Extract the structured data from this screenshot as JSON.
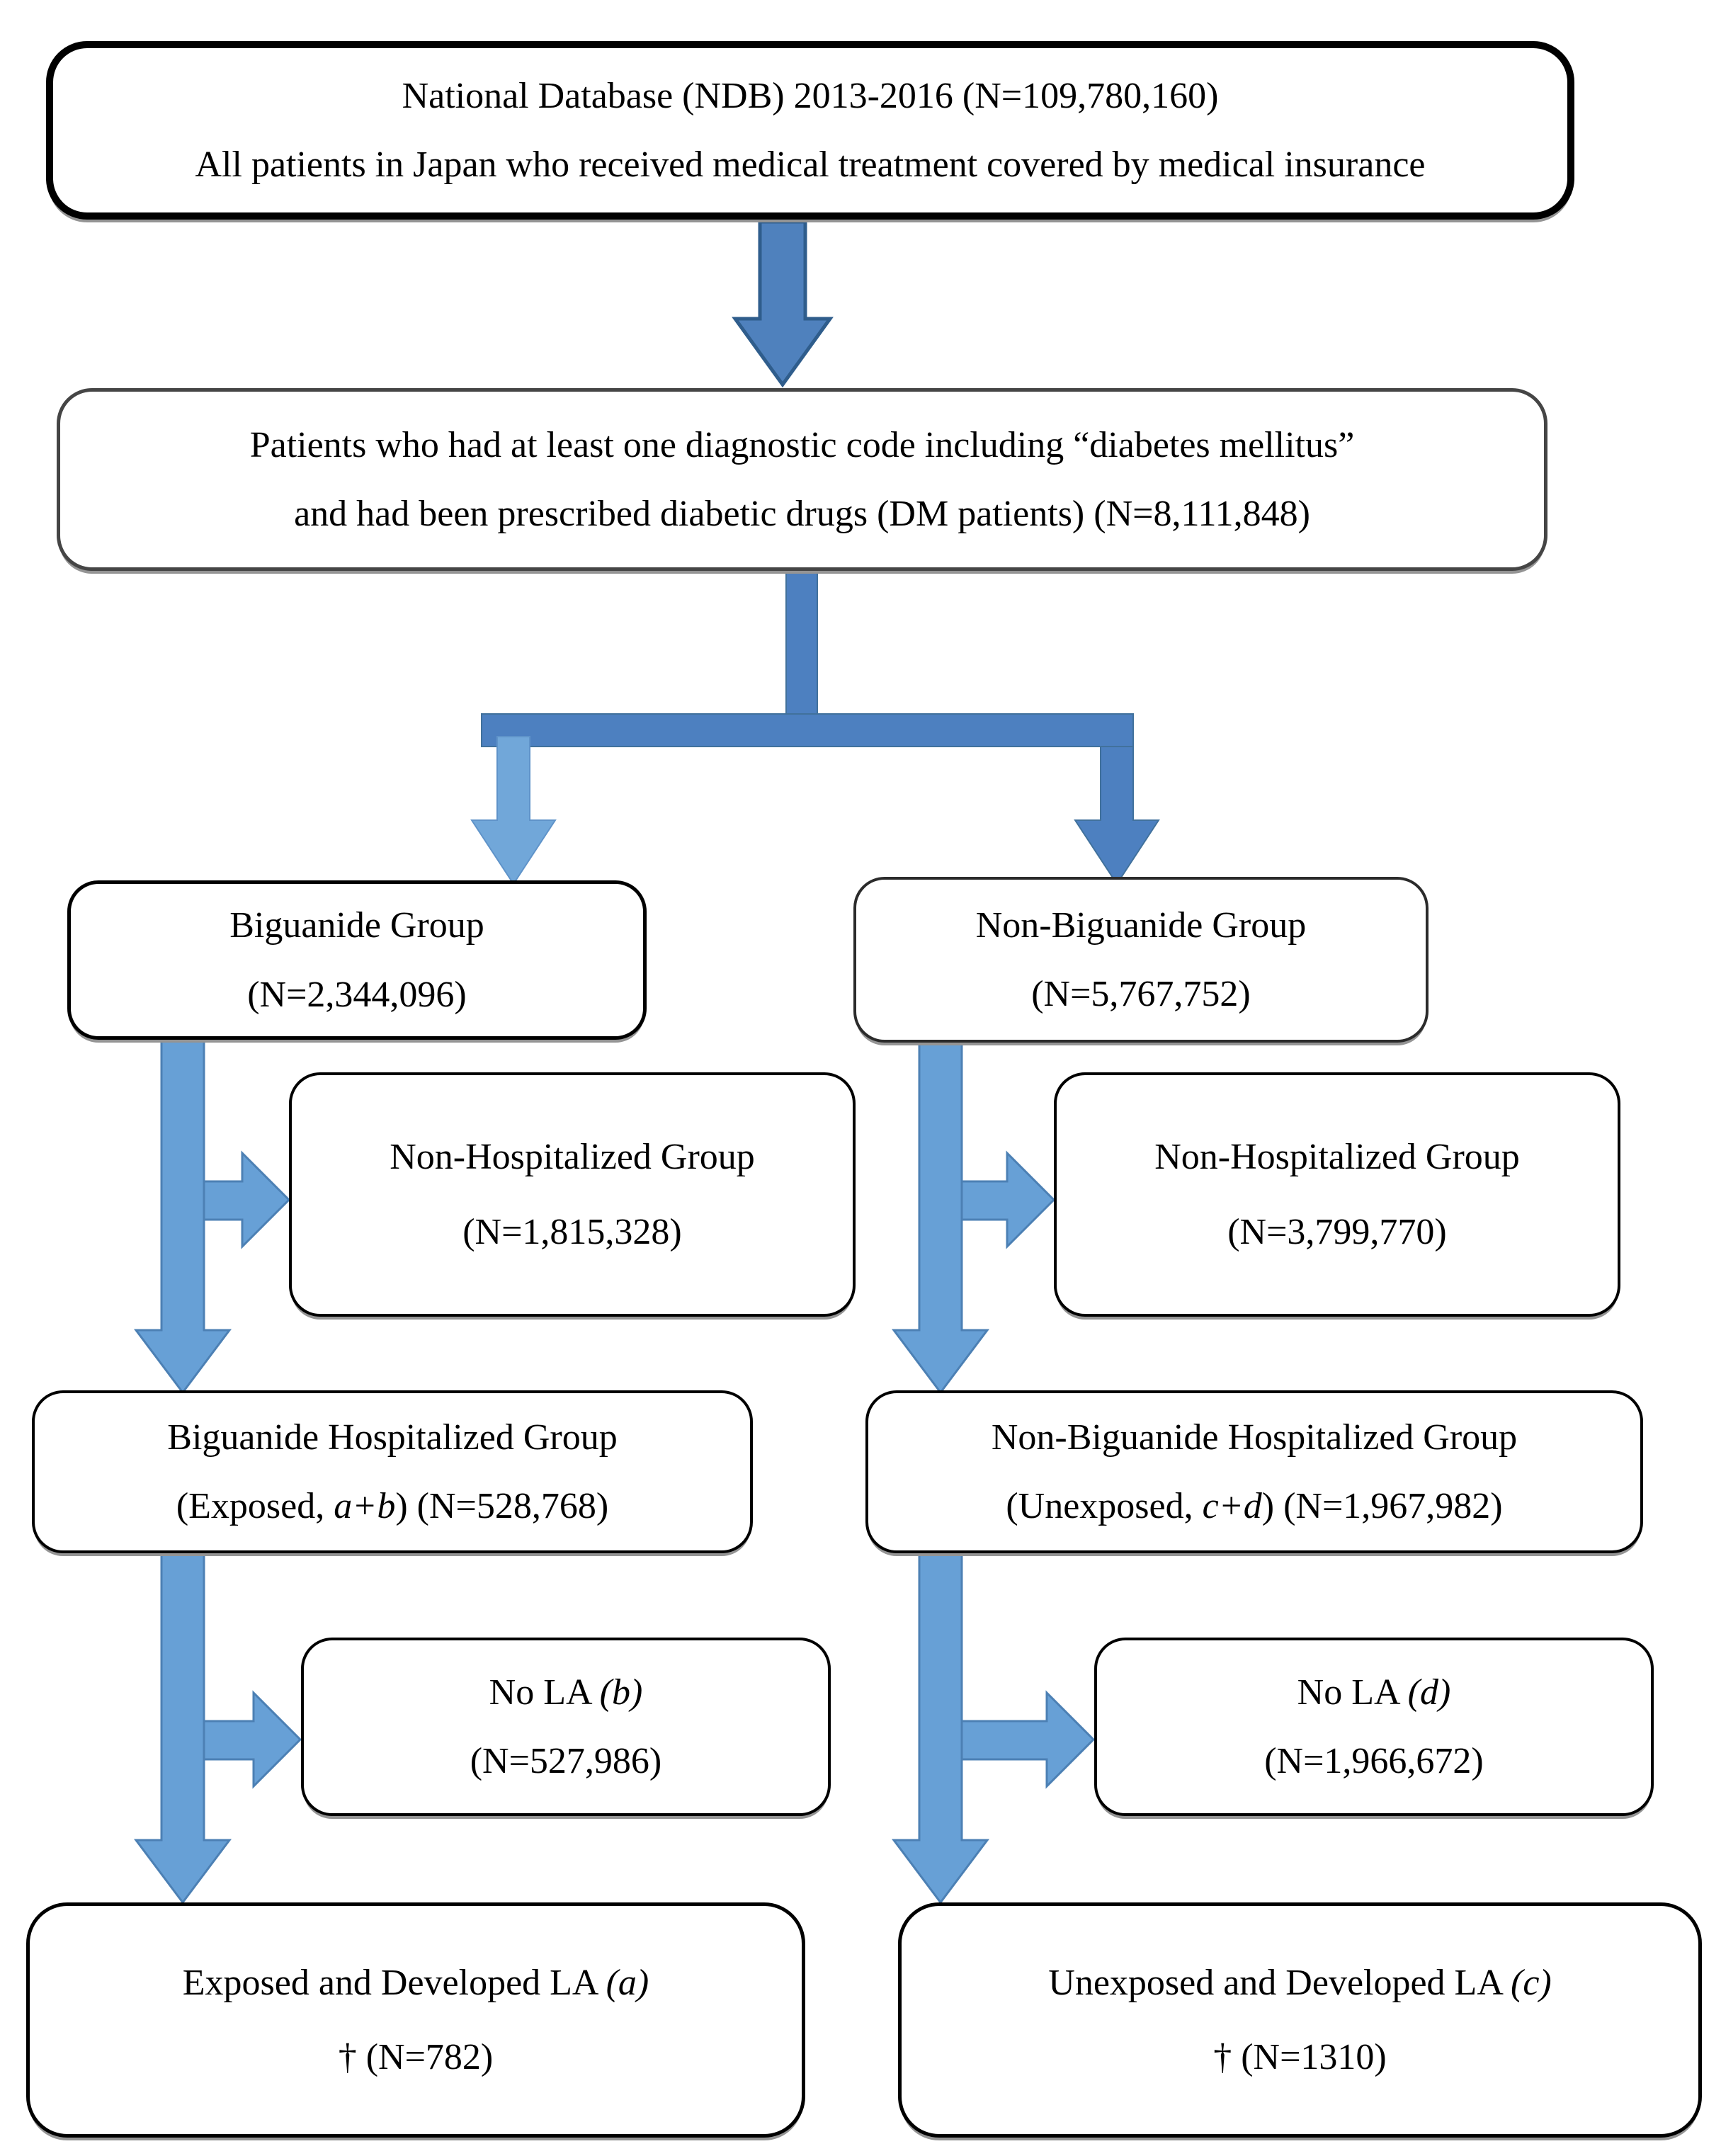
{
  "figure": {
    "type": "patient-selection-flowchart"
  },
  "boxes": {
    "ndb": {
      "l1": "National Database (NDB) 2013-2016 (N=109,780,160)",
      "l2": "All patients in Japan who received medical treatment covered by medical insurance"
    },
    "dm": {
      "l1": "Patients who had at least one diagnostic code including “diabetes mellitus”",
      "l2": "and had been prescribed diabetic drugs (DM patients) (N=8,111,848)"
    },
    "big": {
      "l1": "Biguanide Group",
      "l2": "(N=2,344,096)"
    },
    "nonbig": {
      "l1": "Non-Biguanide Group",
      "l2": "(N=5,767,752)"
    },
    "nh_l": {
      "l1": "Non-Hospitalized Group",
      "l2": "(N=1,815,328)"
    },
    "nh_r": {
      "l1": "Non-Hospitalized Group",
      "l2": "(N=3,799,770)"
    },
    "bh": {
      "l1": "Biguanide Hospitalized Group",
      "l2_pre": "(Exposed, ",
      "l2_it": "a+b",
      "l2_post": ") (N=528,768)"
    },
    "nbh": {
      "l1": "Non-Biguanide Hospitalized Group",
      "l2_pre": "(Unexposed, ",
      "l2_it": "c+d",
      "l2_post": ") (N=1,967,982)"
    },
    "nola_b": {
      "l1_pre": "No LA ",
      "l1_it": "(b)",
      "l2": "(N=527,986)"
    },
    "nola_d": {
      "l1_pre": "No LA ",
      "l1_it": "(d)",
      "l2": "(N=1,966,672)"
    },
    "exp": {
      "l1_pre": "Exposed and Developed LA ",
      "l1_it": "(a)",
      "l2": "† (N=782)"
    },
    "unexp": {
      "l1_pre": "Unexposed and Developed LA ",
      "l1_it": "(c)",
      "l2": "† (N=1310)"
    }
  },
  "colors": {
    "arrow_blue": "#4f81bd",
    "connector_blue": "#4d80c0",
    "connector_light": "#71a7d9",
    "side_arrow_fill": "#67a0d6",
    "box_border": "#000000",
    "box_border_gray": "#454545"
  }
}
